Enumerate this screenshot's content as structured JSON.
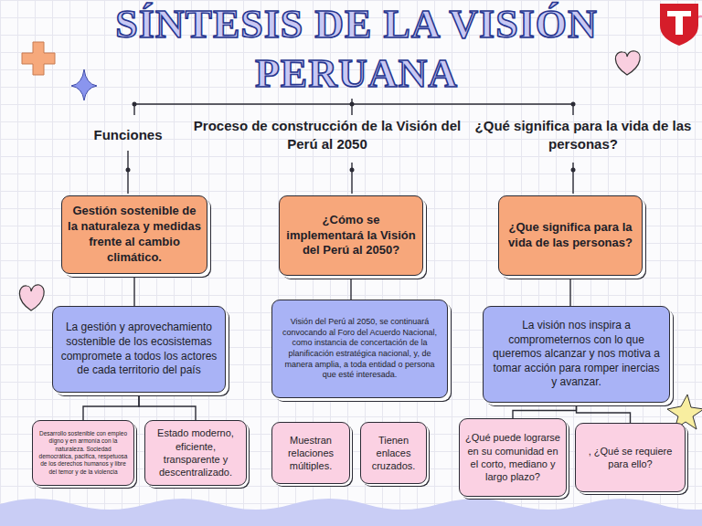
{
  "diagram": {
    "title": "SÍNTESIS DE LA VISIÓN PERUANA",
    "nodes": [
      {
        "text": [
          "Gestión sostenible de la naturaleza y medidas frente al cambio climático."
        ]
      },
      {
        "text": [
          "¿Cómo se implementará la Visión del Perú al 2050?"
        ]
      },
      {
        "text": [
          "¿Que significa para la vida de las personas?"
        ]
      },
      {
        "text": [
          "La gestión y aprovechamiento sostenible de los ecosistemas compromete a todos los actores de cada territorio del país"
        ]
      },
      {
        "text": [
          "Visión del Perú al 2050, se continuará convocando al Foro del Acuerdo Nacional, como instancia de concertación de la planificación estratégica nacional, y, de manera amplia, a toda entidad o persona que esté interesada."
        ]
      },
      {
        "text": [
          "La visión nos inspira a comprometernos con lo que queremos alcanzar y nos motiva a tomar acción para romper inercias y avanzar."
        ]
      },
      {
        "text": [
          "Desarrollo sostenible con empleo digno y en armonía con la naturaleza. Sociedad democrática, pacifica, respetuosa de los derechos humanos y libre del temor y de la violencia"
        ]
      },
      {
        "text": [
          "Estado moderno, eficiente, transparente y descentralizado."
        ]
      },
      {
        "text": [
          "Muestran relaciones múltiples."
        ]
      },
      {
        "text": [
          "Tienen enlaces cruzados."
        ]
      },
      {
        "text": [
          "¿Qué puede lograrse en su comunidad en el corto, mediano y largo plazo?"
        ]
      },
      {
        "text": [
          ", ¿Qué se requiere para ello?"
        ]
      }
    ],
    "edges": [
      {
        "from": 0,
        "to": 3,
        "arrow": "none"
      },
      {
        "from": 3,
        "to": 6,
        "arrow": "none"
      },
      {
        "from": 3,
        "to": 7,
        "arrow": "none"
      },
      {
        "from": 1,
        "to": 4,
        "arrow": "none"
      },
      {
        "from": 2,
        "to": 5,
        "arrow": "none"
      },
      {
        "from": 5,
        "to": 10,
        "arrow": "none"
      },
      {
        "from": 5,
        "to": 11,
        "arrow": "none"
      }
    ],
    "labels": [
      "Funciones",
      "Proceso de construcción de la Visión del Perú al 2050",
      "¿Qué significa para la vida de las personas?"
    ]
  }
}
